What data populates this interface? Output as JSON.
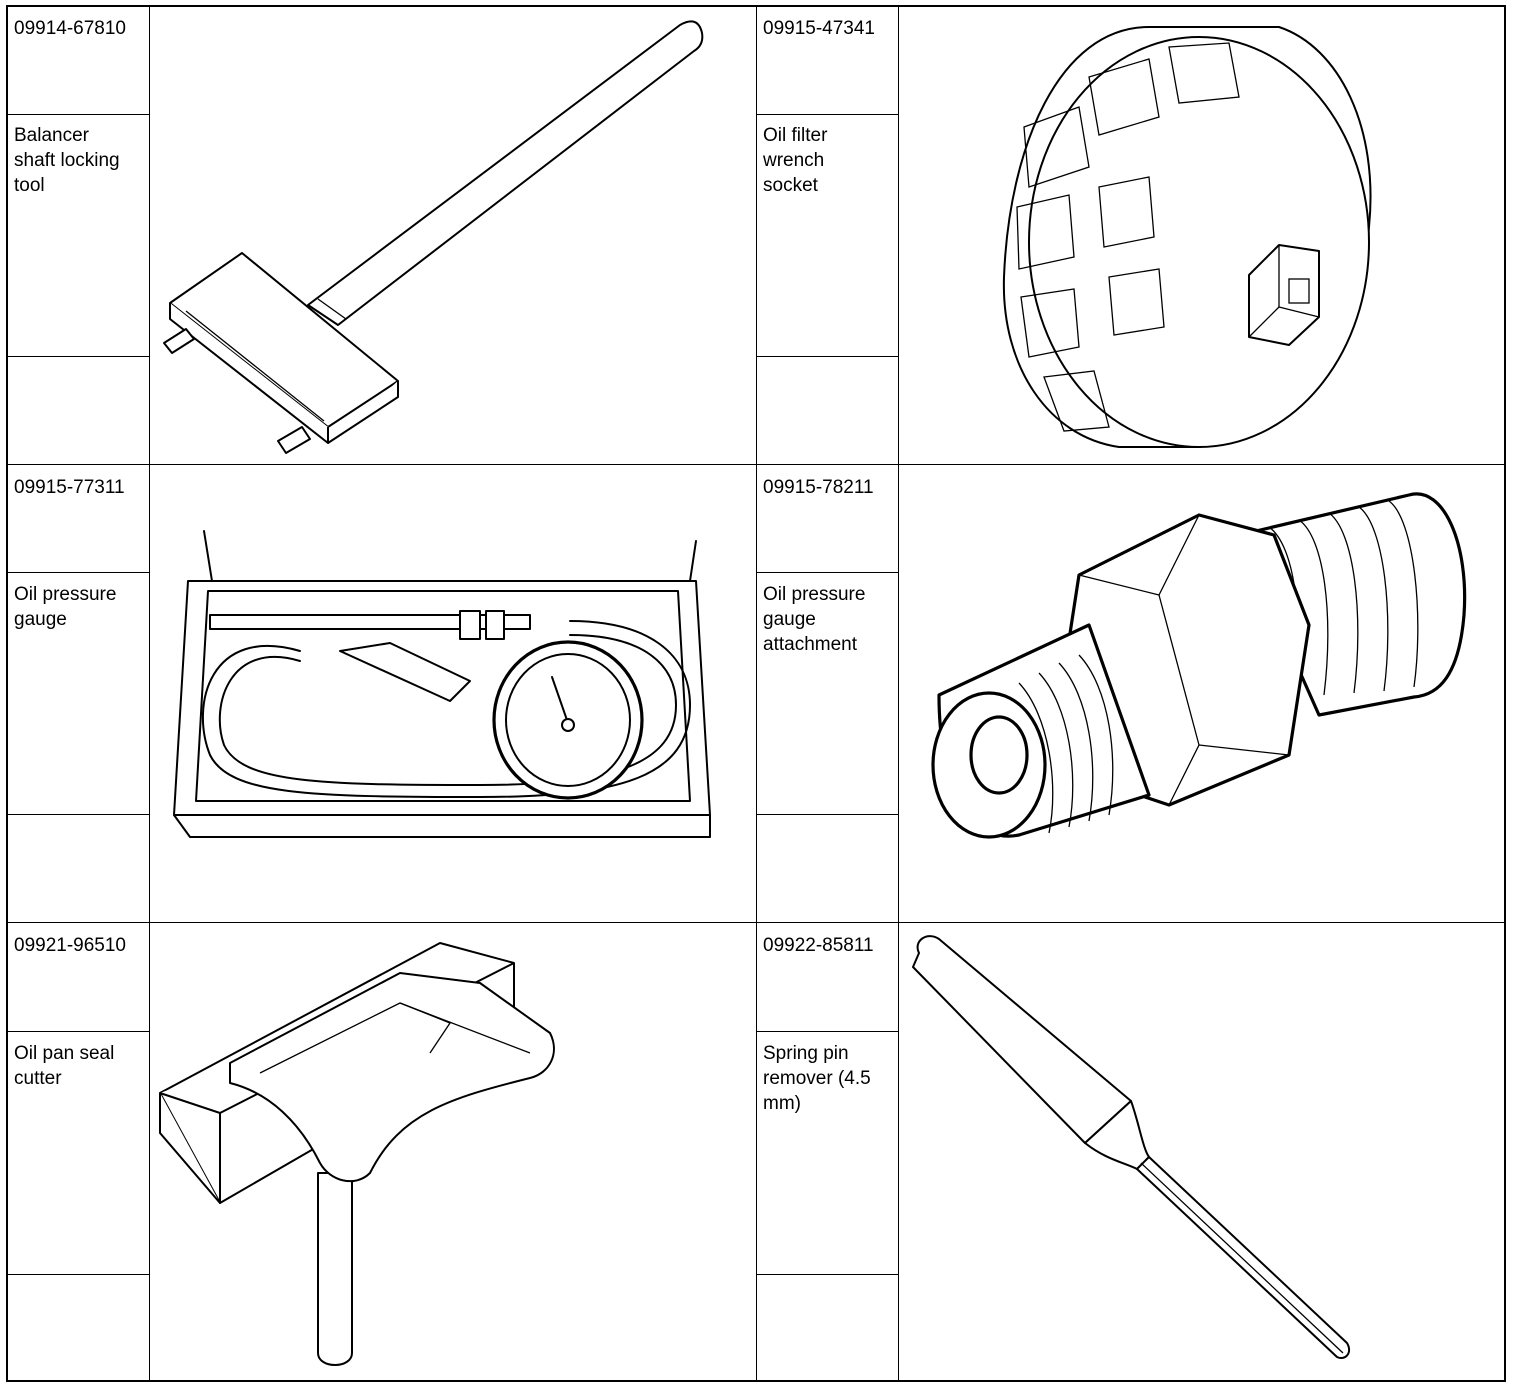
{
  "tools": [
    {
      "part_number": "09914-67810",
      "description": "Balancer\nshaft locking\ntool",
      "illustration_icon": "balancer-shaft-locking-tool-icon"
    },
    {
      "part_number": "09915-47341",
      "description": "Oil filter\nwrench\nsocket",
      "illustration_icon": "oil-filter-wrench-socket-icon"
    },
    {
      "part_number": "09915-77311",
      "description": "Oil pressure\ngauge",
      "illustration_icon": "oil-pressure-gauge-icon"
    },
    {
      "part_number": "09915-78211",
      "description": "Oil pressure\ngauge\nattachment",
      "illustration_icon": "oil-pressure-gauge-attachment-icon"
    },
    {
      "part_number": "09921-96510",
      "description": "Oil pan seal\ncutter",
      "illustration_icon": "oil-pan-seal-cutter-icon"
    },
    {
      "part_number": "09922-85811",
      "description": "Spring pin\nremover (4.5\nmm)",
      "illustration_icon": "spring-pin-remover-icon"
    }
  ]
}
